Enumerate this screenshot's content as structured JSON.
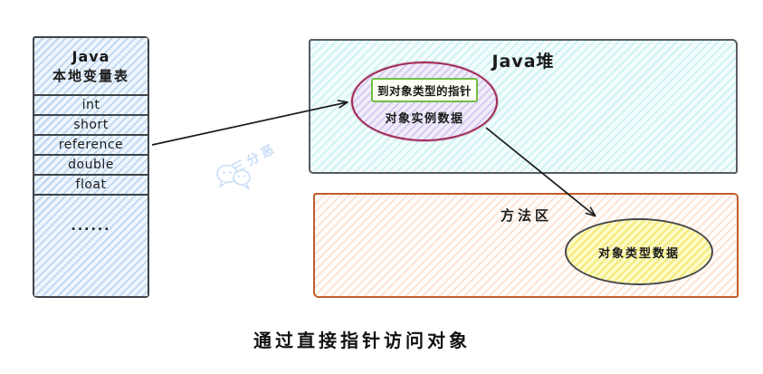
{
  "diagram": {
    "caption": "通过直接指针访问对象",
    "watermark": "三分恶",
    "local_variable_table": {
      "title_line1": "Java",
      "title_line2": "本地变量表",
      "rows": [
        "int",
        "short",
        "reference",
        "double",
        "float"
      ],
      "ellipsis": "......"
    },
    "java_heap": {
      "title": "Java堆",
      "object_pointer_label": "到对象类型的指针",
      "instance_data_label": "对象实例数据"
    },
    "method_area": {
      "title": "方法区",
      "type_data_label": "对象类型数据"
    },
    "colors": {
      "table_fill": "#dbe9f8",
      "table_border": "#3f444a",
      "heap_fill": "#effbfb",
      "heap_border": "#565c64",
      "instance_ellipse_border": "#a02a56",
      "instance_ellipse_fill": "#e9e2f8",
      "pointer_box_border": "#72bf44",
      "method_area_border": "#c05f2c",
      "method_area_fill": "#fbe9dd",
      "type_ellipse_fill": "#f8f28a",
      "type_ellipse_border": "#46484c",
      "arrow": "#1a1a1a",
      "watermark": "#c9def7"
    }
  }
}
